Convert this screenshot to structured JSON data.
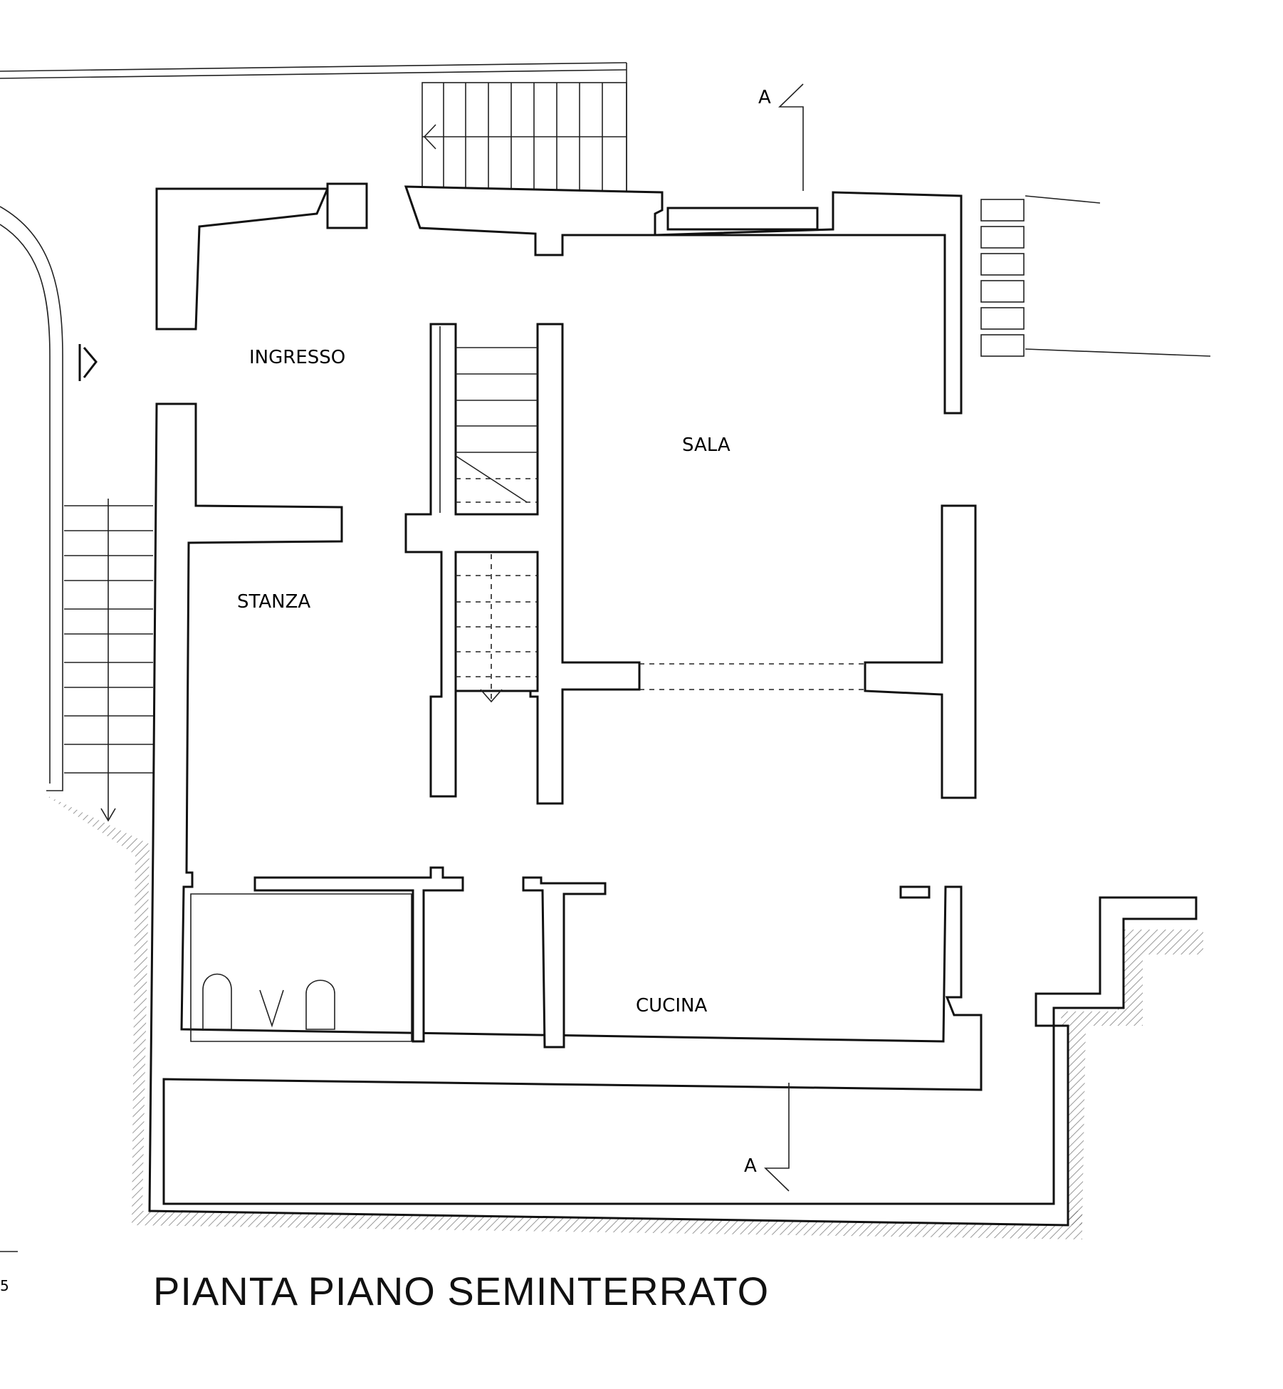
{
  "rooms": {
    "ingresso": "INGRESSO",
    "sala": "SALA",
    "stanza": "STANZA",
    "cucina": "CUCINA"
  },
  "section_marks": {
    "top": "A",
    "bottom": "A"
  },
  "title": "PIANTA PIANO SEMINTERRATO",
  "page_edge_number": "5",
  "colors": {
    "ink": "#111111",
    "paper": "#ffffff",
    "hatch": "#555555"
  }
}
